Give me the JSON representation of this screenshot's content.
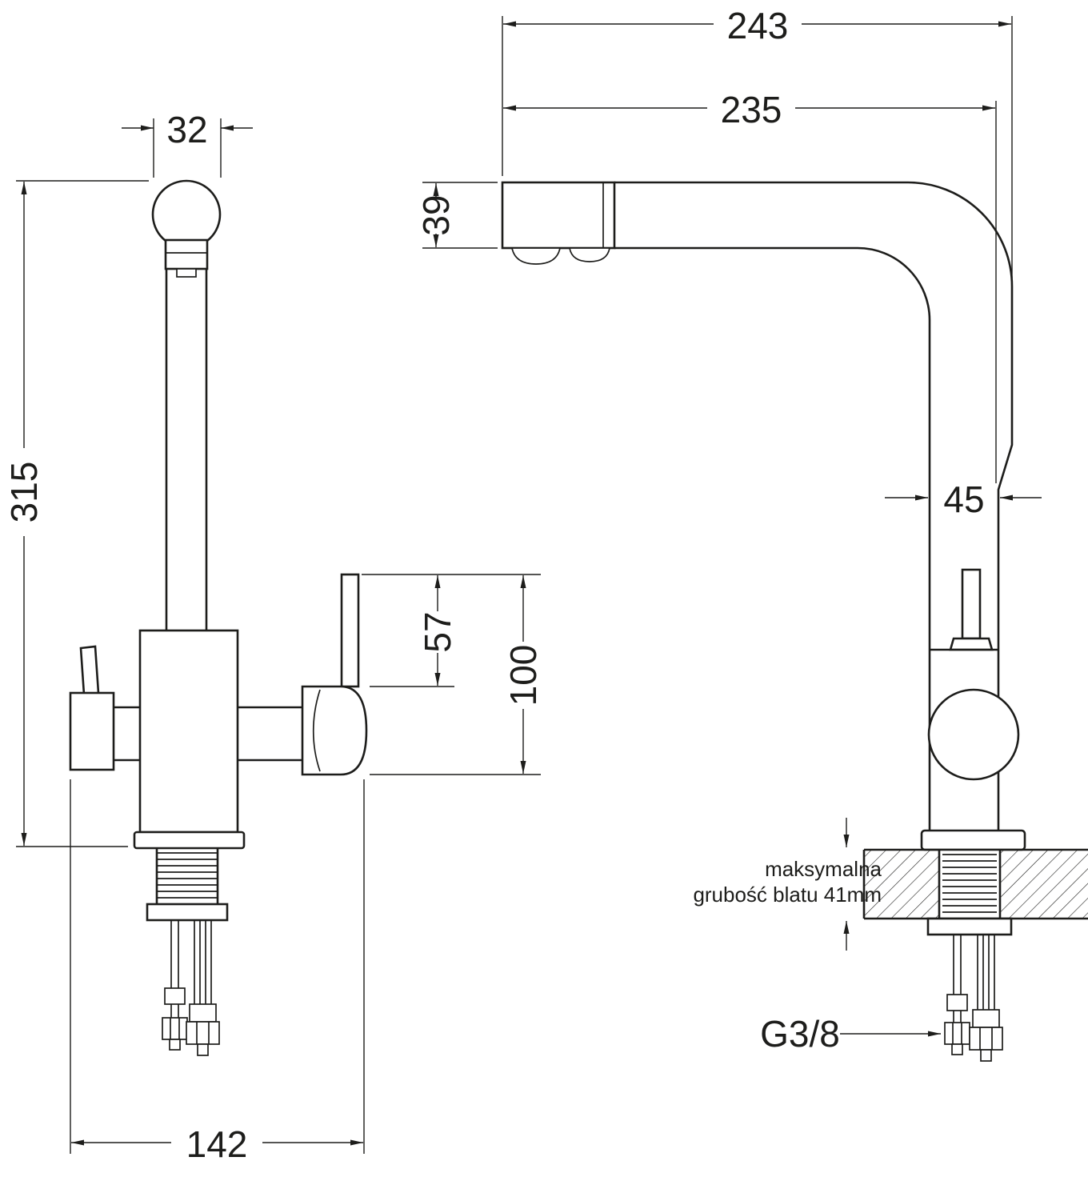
{
  "ink": "#1d1d1b",
  "dims": {
    "spout_diameter": "32",
    "total_height": "315",
    "reach_outer": "243",
    "reach_inner": "235",
    "head_height": "39",
    "body_width": "45",
    "lever_height": "57",
    "upper_body_height": "100",
    "base_span": "142"
  },
  "labels": {
    "thread_size": "G3/8",
    "note_line1": "maksymalna",
    "note_line2": "grubość blatu 41mm"
  }
}
